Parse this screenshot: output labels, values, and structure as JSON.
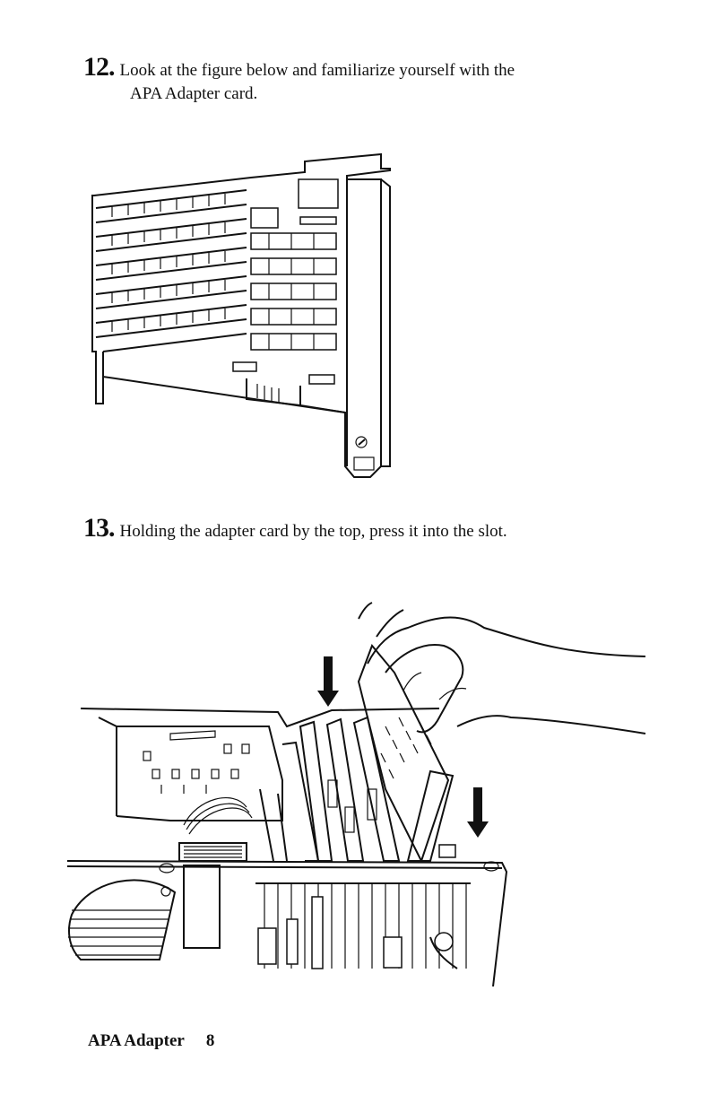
{
  "steps": [
    {
      "number": "12.",
      "line1": "Look at the figure below and familiarize yourself with the",
      "line2": "APA Adapter card."
    },
    {
      "number": "13.",
      "line1": "Holding the adapter card by the top, press it into the slot."
    }
  ],
  "footer": {
    "title": "APA Adapter",
    "page": "8"
  }
}
